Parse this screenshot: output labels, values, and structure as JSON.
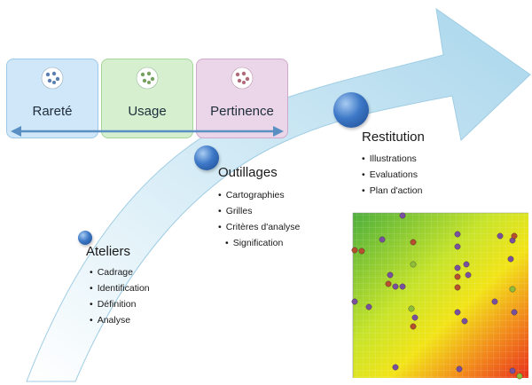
{
  "boxes": [
    {
      "label": "Rareté",
      "icon": "people-cluster-icon",
      "icon_color": "#5b7fb0"
    },
    {
      "label": "Usage",
      "icon": "people-cluster-icon",
      "icon_color": "#78a060"
    },
    {
      "label": "Pertinence",
      "icon": "people-cluster-icon",
      "icon_color": "#b06a7a"
    }
  ],
  "stages": {
    "ateliers": {
      "title": "Ateliers",
      "items": [
        "Cadrage",
        "Identification",
        "Définition",
        "Analyse"
      ]
    },
    "outillages": {
      "title": "Outillages",
      "items": [
        "Cartographies",
        "Grilles",
        "Critères d'analyse"
      ],
      "sub_items": [
        "Signification"
      ]
    },
    "restitution": {
      "title": "Restitution",
      "items": [
        "Illustrations",
        "Evaluations",
        "Plan d'action"
      ]
    }
  },
  "colors": {
    "arrow": "#bfe0f0",
    "sphere": "#2f68b5",
    "heatmap_low": "#4caf3c",
    "heatmap_mid": "#f2e418",
    "heatmap_high": "#e8301c"
  },
  "heatmap": {
    "bubbles": [
      {
        "c": "#7a4fa0"
      },
      {
        "c": "#7a4fa0"
      },
      {
        "c": "#b84e2e"
      },
      {
        "c": "#b84e2e"
      },
      {
        "c": "#7a4fa0"
      },
      {
        "c": "#b84e2e"
      },
      {
        "c": "#7a4fa0"
      },
      {
        "c": "#7a4fa0"
      },
      {
        "c": "#b84e2e"
      },
      {
        "c": "#7a4fa0"
      },
      {
        "c": "#b84e2e"
      },
      {
        "c": "#7a4fa0"
      },
      {
        "c": "#7a4fa0"
      },
      {
        "c": "#7a4fa0"
      },
      {
        "c": "#b84e2e"
      },
      {
        "c": "#7a4fa0"
      },
      {
        "c": "#8fbf3a"
      },
      {
        "c": "#7a4fa0"
      },
      {
        "c": "#7a4fa0"
      },
      {
        "c": "#7a4fa0"
      },
      {
        "c": "#b84e2e"
      },
      {
        "c": "#8fbf3a"
      },
      {
        "c": "#7a4fa0"
      },
      {
        "c": "#7a4fa0"
      },
      {
        "c": "#7a4fa0"
      },
      {
        "c": "#8fbf3a"
      },
      {
        "c": "#7a4fa0"
      },
      {
        "c": "#7a4fa0"
      },
      {
        "c": "#b84e2e"
      },
      {
        "c": "#7a4fa0"
      },
      {
        "c": "#7a4fa0"
      },
      {
        "c": "#7a4fa0"
      },
      {
        "c": "#8fbf3a"
      },
      {
        "c": "#7a4fa0"
      },
      {
        "c": "#7a4fa0"
      }
    ]
  }
}
